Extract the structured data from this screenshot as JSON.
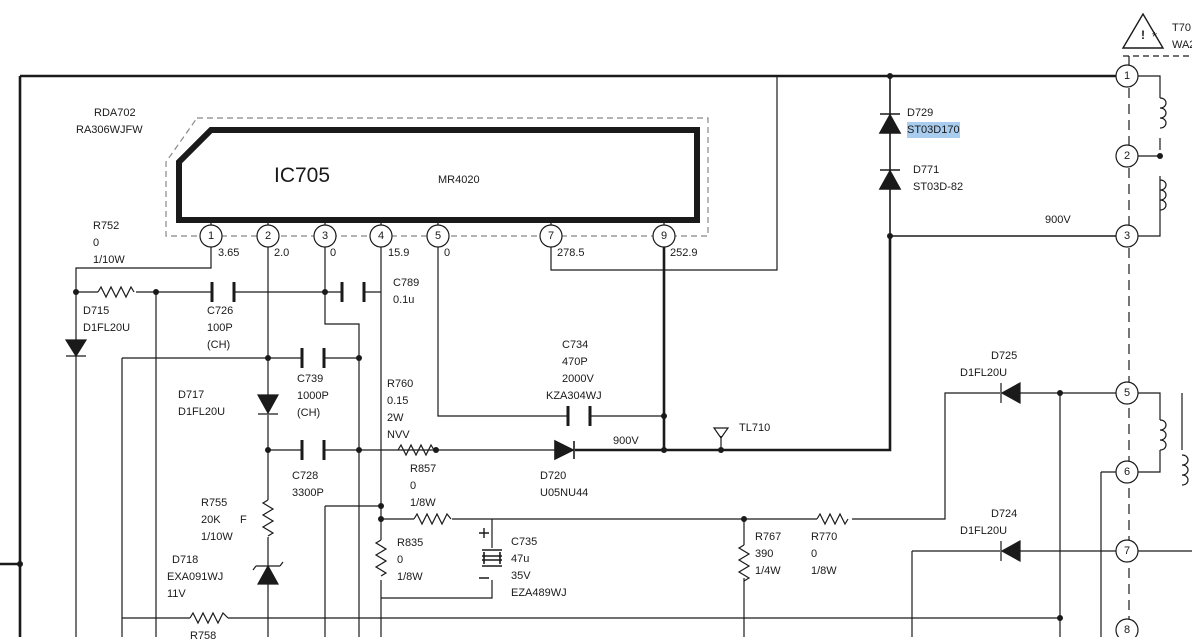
{
  "ic": {
    "name": "IC705",
    "part": "MR4020",
    "socket_ref": "RDA702",
    "socket_part": "RA306WJFW",
    "pins": [
      {
        "num": "1",
        "voltage": "3.65"
      },
      {
        "num": "2",
        "voltage": "2.0"
      },
      {
        "num": "3",
        "voltage": "0"
      },
      {
        "num": "4",
        "voltage": "15.9"
      },
      {
        "num": "5",
        "voltage": "0"
      },
      {
        "num": "7",
        "voltage": "278.5"
      },
      {
        "num": "9",
        "voltage": "252.9"
      }
    ]
  },
  "components": {
    "r752": {
      "ref": "R752",
      "value": "0",
      "rating": "1/10W"
    },
    "d715": {
      "ref": "D715",
      "part": "D1FL20U"
    },
    "c726": {
      "ref": "C726",
      "value": "100P",
      "note": "(CH)"
    },
    "c789": {
      "ref": "C789",
      "value": "0.1u"
    },
    "c739": {
      "ref": "C739",
      "value": "1000P",
      "note": "(CH)"
    },
    "d717": {
      "ref": "D717",
      "part": "D1FL20U"
    },
    "c728": {
      "ref": "C728",
      "value": "3300P"
    },
    "r755": {
      "ref": "R755",
      "value": "20K",
      "rating": "1/10W",
      "flag": "F"
    },
    "d718": {
      "ref": "D718",
      "part": "EXA091WJ",
      "voltage": "11V"
    },
    "r760": {
      "ref": "R760",
      "value": "0.15",
      "rating": "2W",
      "type": "NVV"
    },
    "r857": {
      "ref": "R857",
      "value": "0",
      "rating": "1/8W"
    },
    "r835": {
      "ref": "R835",
      "value": "0",
      "rating": "1/8W"
    },
    "c735": {
      "ref": "C735",
      "value": "47u",
      "voltage": "35V",
      "part": "EZA489WJ"
    },
    "c734": {
      "ref": "C734",
      "value": "470P",
      "voltage": "2000V",
      "part": "KZA304WJ"
    },
    "d720": {
      "ref": "D720",
      "part": "U05NU44"
    },
    "tl710": {
      "ref": "TL710"
    },
    "r767": {
      "ref": "R767",
      "value": "390",
      "rating": "1/4W"
    },
    "r770": {
      "ref": "R770",
      "value": "0",
      "rating": "1/8W"
    },
    "d729": {
      "ref": "D729",
      "part": "ST03D170"
    },
    "d771": {
      "ref": "D771",
      "part": "ST03D-82"
    },
    "d725": {
      "ref": "D725",
      "part": "D1FL20U"
    },
    "d724": {
      "ref": "D724",
      "part": "D1FL20U"
    },
    "r758": {
      "ref": "R758"
    }
  },
  "nets": {
    "v900_upper": "900V",
    "v900_lower": "900V"
  },
  "transformer": {
    "ref": "T70",
    "part": "WA2",
    "pins": [
      "1",
      "2",
      "3",
      "5",
      "6",
      "7",
      "8"
    ]
  },
  "warning": {
    "symbol": "!",
    "mark": "*"
  }
}
